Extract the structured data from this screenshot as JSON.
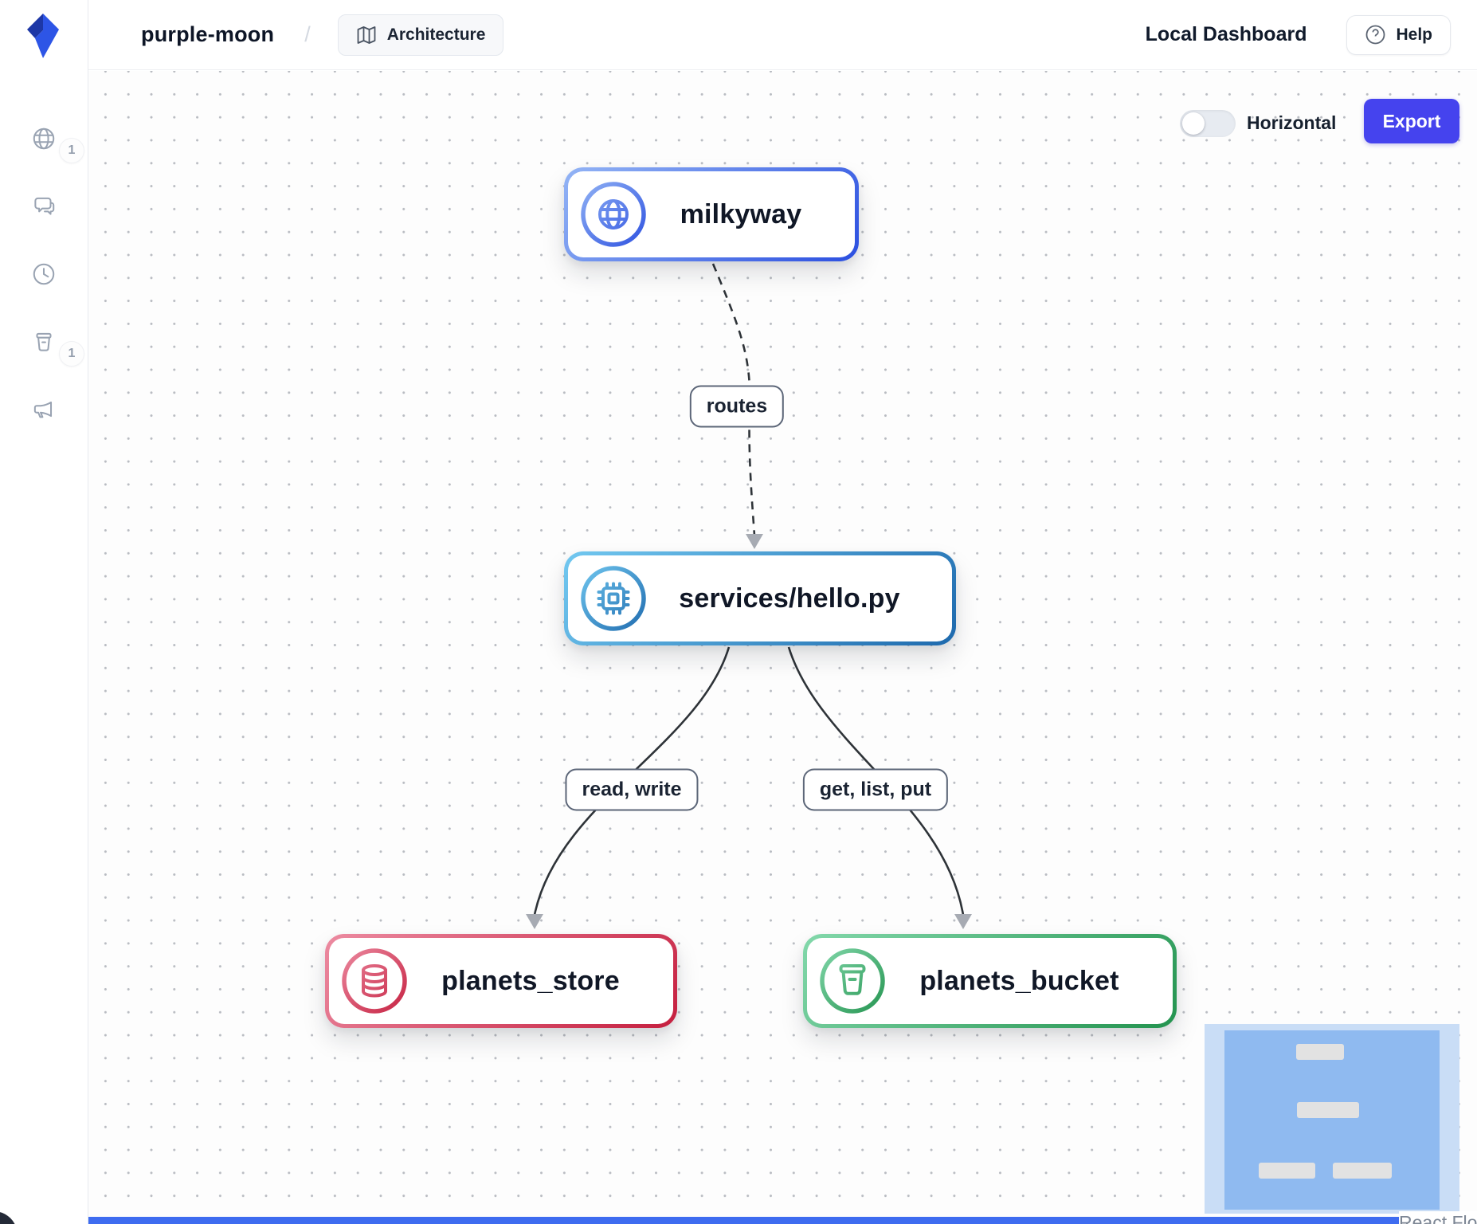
{
  "header": {
    "project_name": "purple-moon",
    "breadcrumb_separator": "/",
    "architecture_tab": "Architecture",
    "dashboard_title": "Local Dashboard",
    "help_button": "Help"
  },
  "sidebar": {
    "items": [
      {
        "icon": "globe-icon",
        "badge": "1"
      },
      {
        "icon": "chat-icon",
        "badge": ""
      },
      {
        "icon": "clock-icon",
        "badge": ""
      },
      {
        "icon": "bucket-icon",
        "badge": "1"
      },
      {
        "icon": "megaphone-icon",
        "badge": ""
      }
    ]
  },
  "toolbar": {
    "toggle_label": "Horizontal",
    "toggle_state": "off",
    "export_button": "Export",
    "export_color": "#4543ee"
  },
  "diagram": {
    "nodes": [
      {
        "id": "milkyway",
        "label": "milkyway",
        "icon": "globe-icon",
        "accent_from": "#93b4f5",
        "accent_to": "#2b4fe0"
      },
      {
        "id": "services-hello",
        "label": "services/hello.py",
        "icon": "cpu-icon",
        "accent_from": "#72c8f0",
        "accent_to": "#1d69ad"
      },
      {
        "id": "planets_store",
        "label": "planets_store",
        "icon": "database-icon",
        "accent_from": "#ec8ba1",
        "accent_to": "#c51f3f"
      },
      {
        "id": "planets_bucket",
        "label": "planets_bucket",
        "icon": "bucket-icon",
        "accent_from": "#83d8ab",
        "accent_to": "#23934f"
      }
    ],
    "edges": [
      {
        "from": "milkyway",
        "to": "services-hello",
        "label": "routes",
        "style": "dashed"
      },
      {
        "from": "services-hello",
        "to": "planets_store",
        "label": "read, write",
        "style": "solid"
      },
      {
        "from": "services-hello",
        "to": "planets_bucket",
        "label": "get, list, put",
        "style": "solid"
      }
    ],
    "attribution": "React Flow"
  },
  "minimap": {
    "mask_color": "#c9ddf6",
    "viewport_color": "#8fbaf0",
    "node_color": "#e2e2e2"
  }
}
